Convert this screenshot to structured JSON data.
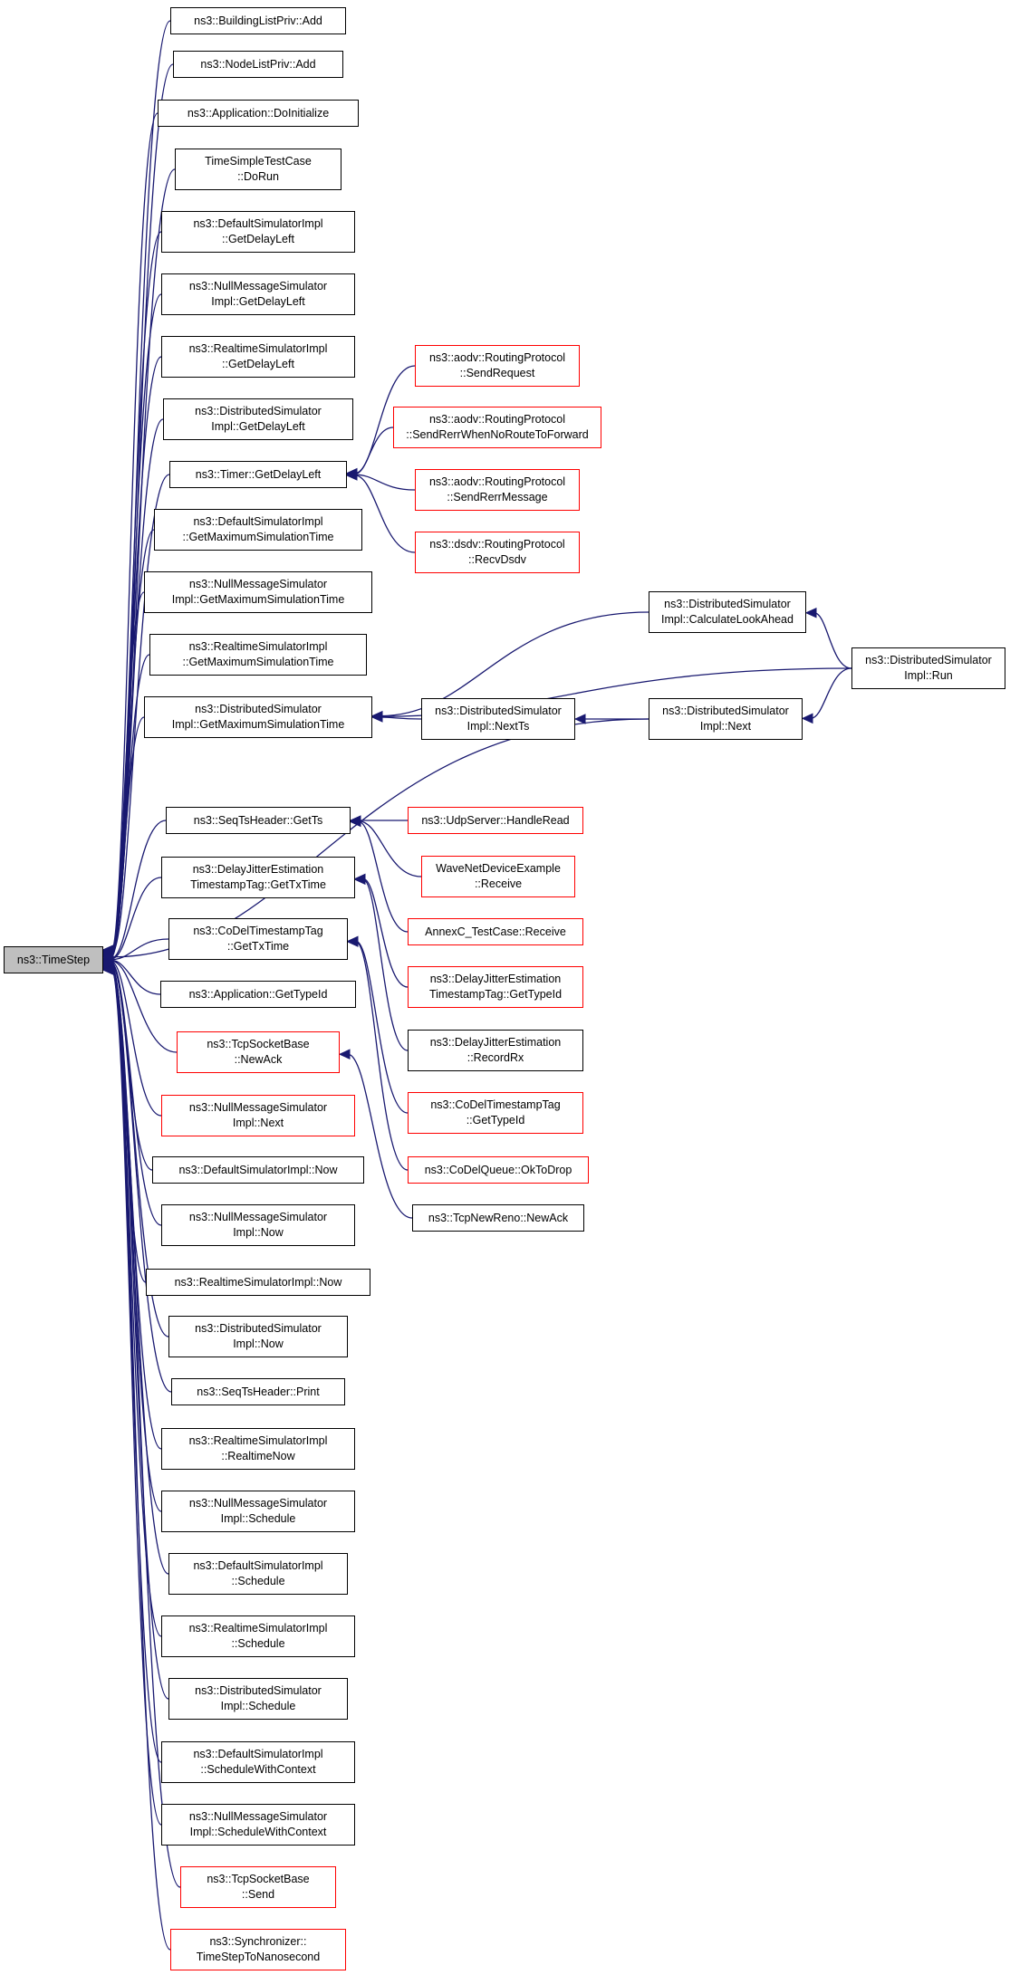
{
  "colors": {
    "edge": "#191970",
    "border_normal": "#000000",
    "border_red": "#ff0000",
    "root_fill": "#bfbfbf"
  },
  "nodes": [
    {
      "id": "root",
      "label": "ns3::TimeStep",
      "border": "black",
      "root": true
    },
    {
      "id": "n1",
      "label": "ns3::BuildingListPriv::Add",
      "border": "black"
    },
    {
      "id": "n2",
      "label": "ns3::NodeListPriv::Add",
      "border": "black"
    },
    {
      "id": "n3",
      "label": "ns3::Application::DoInitialize",
      "border": "black"
    },
    {
      "id": "n4",
      "label": "TimeSimpleTestCase\n::DoRun",
      "border": "black"
    },
    {
      "id": "n5",
      "label": "ns3::DefaultSimulatorImpl\n::GetDelayLeft",
      "border": "black"
    },
    {
      "id": "n6",
      "label": "ns3::NullMessageSimulator\nImpl::GetDelayLeft",
      "border": "black"
    },
    {
      "id": "n7",
      "label": "ns3::RealtimeSimulatorImpl\n::GetDelayLeft",
      "border": "black"
    },
    {
      "id": "n8",
      "label": "ns3::DistributedSimulator\nImpl::GetDelayLeft",
      "border": "black"
    },
    {
      "id": "n9",
      "label": "ns3::Timer::GetDelayLeft",
      "border": "black"
    },
    {
      "id": "n10",
      "label": "ns3::DefaultSimulatorImpl\n::GetMaximumSimulationTime",
      "border": "black"
    },
    {
      "id": "n11",
      "label": "ns3::NullMessageSimulator\nImpl::GetMaximumSimulationTime",
      "border": "black"
    },
    {
      "id": "n12",
      "label": "ns3::RealtimeSimulatorImpl\n::GetMaximumSimulationTime",
      "border": "black"
    },
    {
      "id": "n13",
      "label": "ns3::DistributedSimulator\nImpl::GetMaximumSimulationTime",
      "border": "black"
    },
    {
      "id": "n14",
      "label": "ns3::SeqTsHeader::GetTs",
      "border": "black"
    },
    {
      "id": "n15",
      "label": "ns3::DelayJitterEstimation\nTimestampTag::GetTxTime",
      "border": "black"
    },
    {
      "id": "n16",
      "label": "ns3::CoDelTimestampTag\n::GetTxTime",
      "border": "black"
    },
    {
      "id": "n17",
      "label": "ns3::Application::GetTypeId",
      "border": "black"
    },
    {
      "id": "n18",
      "label": "ns3::TcpSocketBase\n::NewAck",
      "border": "red"
    },
    {
      "id": "n19",
      "label": "ns3::NullMessageSimulator\nImpl::Next",
      "border": "red"
    },
    {
      "id": "n20",
      "label": "ns3::DefaultSimulatorImpl::Now",
      "border": "black"
    },
    {
      "id": "n21",
      "label": "ns3::NullMessageSimulator\nImpl::Now",
      "border": "black"
    },
    {
      "id": "n22",
      "label": "ns3::RealtimeSimulatorImpl::Now",
      "border": "black"
    },
    {
      "id": "n23",
      "label": "ns3::DistributedSimulator\nImpl::Now",
      "border": "black"
    },
    {
      "id": "n24",
      "label": "ns3::SeqTsHeader::Print",
      "border": "black"
    },
    {
      "id": "n25",
      "label": "ns3::RealtimeSimulatorImpl\n::RealtimeNow",
      "border": "black"
    },
    {
      "id": "n26",
      "label": "ns3::NullMessageSimulator\nImpl::Schedule",
      "border": "black"
    },
    {
      "id": "n27",
      "label": "ns3::DefaultSimulatorImpl\n::Schedule",
      "border": "black"
    },
    {
      "id": "n28",
      "label": "ns3::RealtimeSimulatorImpl\n::Schedule",
      "border": "black"
    },
    {
      "id": "n29",
      "label": "ns3::DistributedSimulator\nImpl::Schedule",
      "border": "black"
    },
    {
      "id": "n30",
      "label": "ns3::DefaultSimulatorImpl\n::ScheduleWithContext",
      "border": "black"
    },
    {
      "id": "n31",
      "label": "ns3::NullMessageSimulator\nImpl::ScheduleWithContext",
      "border": "black"
    },
    {
      "id": "n32",
      "label": "ns3::TcpSocketBase\n::Send",
      "border": "red"
    },
    {
      "id": "n33",
      "label": "ns3::Synchronizer::\nTimeStepToNanosecond",
      "border": "red"
    },
    {
      "id": "a1",
      "label": "ns3::aodv::RoutingProtocol\n::SendRequest",
      "border": "red"
    },
    {
      "id": "a2",
      "label": "ns3::aodv::RoutingProtocol\n::SendRerrWhenNoRouteToForward",
      "border": "red"
    },
    {
      "id": "a3",
      "label": "ns3::aodv::RoutingProtocol\n::SendRerrMessage",
      "border": "red"
    },
    {
      "id": "a4",
      "label": "ns3::dsdv::RoutingProtocol\n::RecvDsdv",
      "border": "red"
    },
    {
      "id": "d1",
      "label": "ns3::DistributedSimulator\nImpl::NextTs",
      "border": "black"
    },
    {
      "id": "d2",
      "label": "ns3::DistributedSimulator\nImpl::CalculateLookAhead",
      "border": "black"
    },
    {
      "id": "d3",
      "label": "ns3::DistributedSimulator\nImpl::Next",
      "border": "black"
    },
    {
      "id": "d4",
      "label": "ns3::DistributedSimulator\nImpl::Run",
      "border": "black"
    },
    {
      "id": "s1",
      "label": "ns3::UdpServer::HandleRead",
      "border": "red"
    },
    {
      "id": "s2",
      "label": "WaveNetDeviceExample\n::Receive",
      "border": "red"
    },
    {
      "id": "s3",
      "label": "AnnexC_TestCase::Receive",
      "border": "red"
    },
    {
      "id": "s4",
      "label": "ns3::DelayJitterEstimation\nTimestampTag::GetTypeId",
      "border": "red"
    },
    {
      "id": "s5",
      "label": "ns3::DelayJitterEstimation\n::RecordRx",
      "border": "black"
    },
    {
      "id": "s6",
      "label": "ns3::CoDelTimestampTag\n::GetTypeId",
      "border": "red"
    },
    {
      "id": "s7",
      "label": "ns3::CoDelQueue::OkToDrop",
      "border": "red"
    },
    {
      "id": "s8",
      "label": "ns3::TcpNewReno::NewAck",
      "border": "black"
    }
  ],
  "edges": [
    [
      "n1",
      "root"
    ],
    [
      "n2",
      "root"
    ],
    [
      "n3",
      "root"
    ],
    [
      "n4",
      "root"
    ],
    [
      "n5",
      "root"
    ],
    [
      "n6",
      "root"
    ],
    [
      "n7",
      "root"
    ],
    [
      "n8",
      "root"
    ],
    [
      "n9",
      "root"
    ],
    [
      "n10",
      "root"
    ],
    [
      "n11",
      "root"
    ],
    [
      "n12",
      "root"
    ],
    [
      "n13",
      "root"
    ],
    [
      "n14",
      "root"
    ],
    [
      "n15",
      "root"
    ],
    [
      "n16",
      "root"
    ],
    [
      "n17",
      "root"
    ],
    [
      "n18",
      "root"
    ],
    [
      "n19",
      "root"
    ],
    [
      "n20",
      "root"
    ],
    [
      "n21",
      "root"
    ],
    [
      "n22",
      "root"
    ],
    [
      "n23",
      "root"
    ],
    [
      "n24",
      "root"
    ],
    [
      "n25",
      "root"
    ],
    [
      "n26",
      "root"
    ],
    [
      "n27",
      "root"
    ],
    [
      "n28",
      "root"
    ],
    [
      "n29",
      "root"
    ],
    [
      "n30",
      "root"
    ],
    [
      "n31",
      "root"
    ],
    [
      "n32",
      "root"
    ],
    [
      "n33",
      "root"
    ],
    [
      "d3",
      "root"
    ],
    [
      "a1",
      "n9"
    ],
    [
      "a2",
      "n9"
    ],
    [
      "a3",
      "n9"
    ],
    [
      "a4",
      "n9"
    ],
    [
      "d1",
      "n13"
    ],
    [
      "d2",
      "n13"
    ],
    [
      "d4",
      "n13"
    ],
    [
      "d3",
      "d1"
    ],
    [
      "d4",
      "d2"
    ],
    [
      "d4",
      "d3"
    ],
    [
      "s1",
      "n14"
    ],
    [
      "s2",
      "n14"
    ],
    [
      "s3",
      "n14"
    ],
    [
      "s4",
      "n15"
    ],
    [
      "s5",
      "n15"
    ],
    [
      "s6",
      "n16"
    ],
    [
      "s7",
      "n16"
    ],
    [
      "s8",
      "n18"
    ]
  ]
}
